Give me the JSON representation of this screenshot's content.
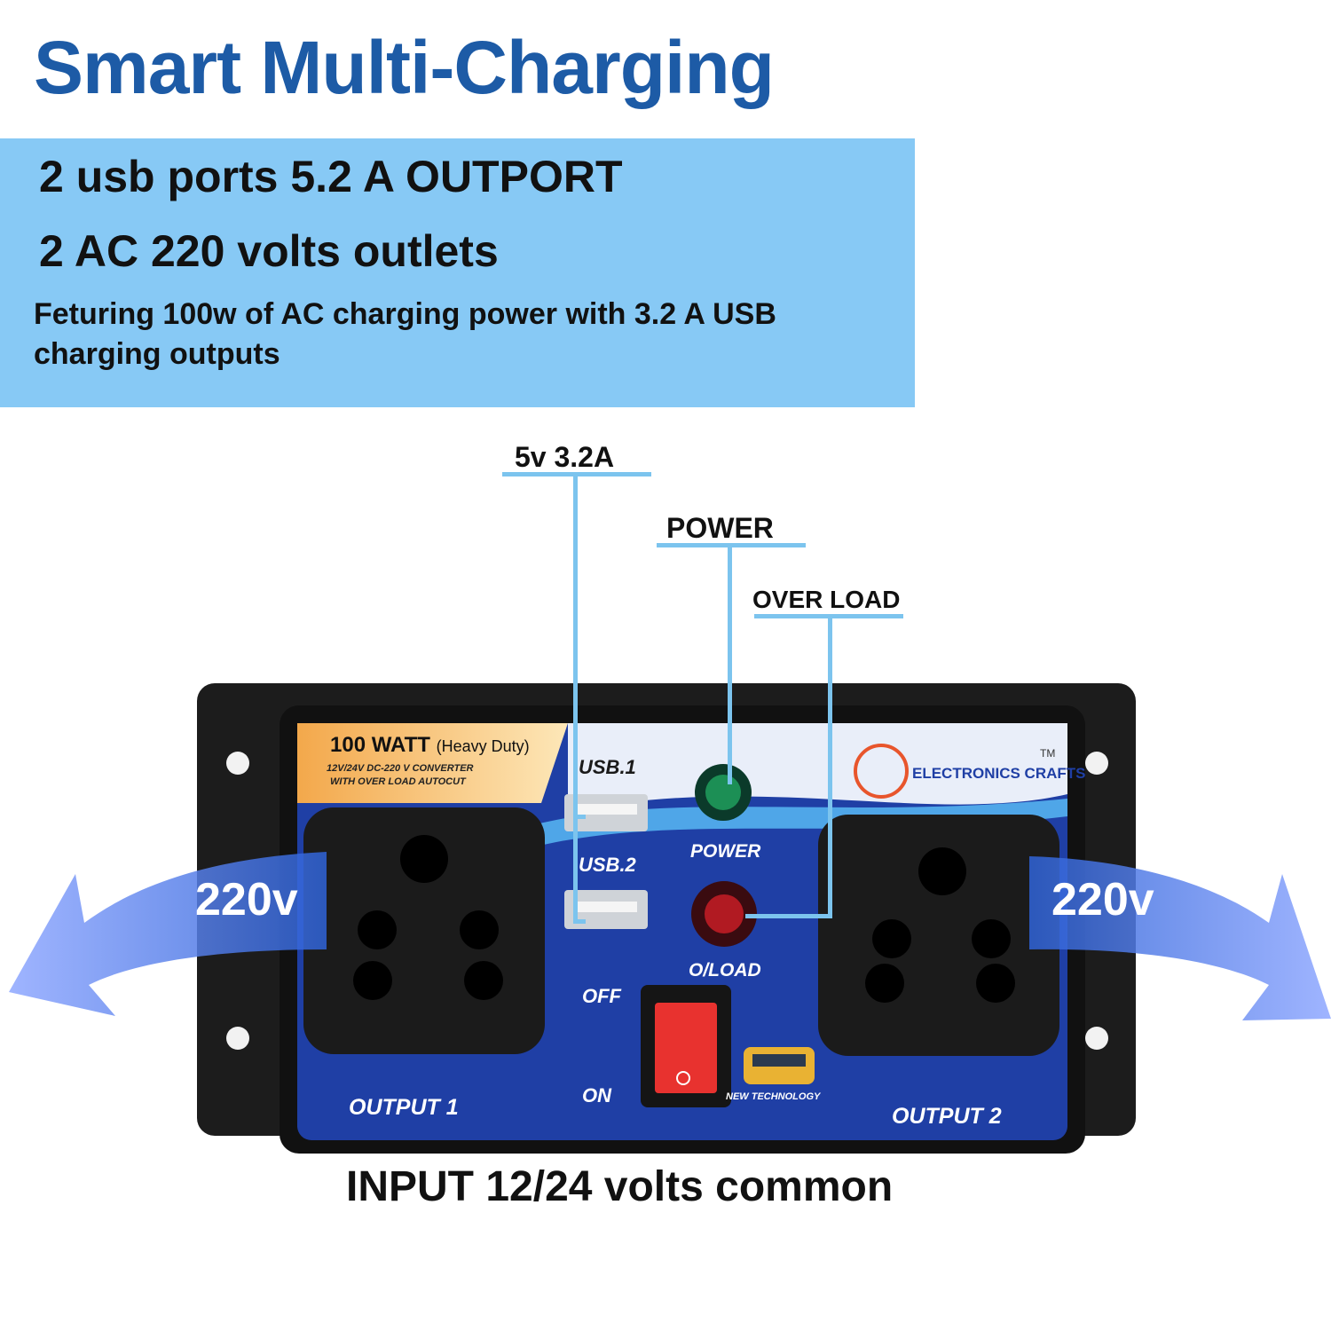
{
  "title": "Smart Multi-Charging",
  "features": {
    "line1": "2 usb ports 5.2 A OUTPORT",
    "line2": "2 AC 220 volts  outlets",
    "line3": "Feturing 100w of AC charging power with 3.2 A USB charging outputs"
  },
  "callouts": {
    "usb": "5v 3.2A",
    "power": "POWER",
    "overload": "OVER LOAD"
  },
  "arrows": {
    "left": "220v",
    "right": "220v"
  },
  "device": {
    "rating": "100 WATT",
    "rating_note": "(Heavy Duty)",
    "converter_line1": "12V/24V DC-220 V CONVERTER",
    "converter_line2": "WITH OVER LOAD AUTOCUT",
    "brand": "ELECTRONICS CRAFTS",
    "trademark": "TM",
    "usb1": "USB.1",
    "usb2": "USB.2",
    "power_label": "POWER",
    "overload_label": "O/LOAD",
    "off_label": "OFF",
    "on_label": "ON",
    "output1": "OUTPUT 1",
    "output2": "OUTPUT 2",
    "tech": "NEW TECHNOLOGY"
  },
  "footer": "INPUT  12/24 volts common",
  "colors": {
    "title": "#1d5ba6",
    "banner": "#87c9f5",
    "callout_line": "#7cc4ee",
    "arrow": "#5a7cf0",
    "panel": "#1f3fa5",
    "casing": "#1a1a1a"
  }
}
